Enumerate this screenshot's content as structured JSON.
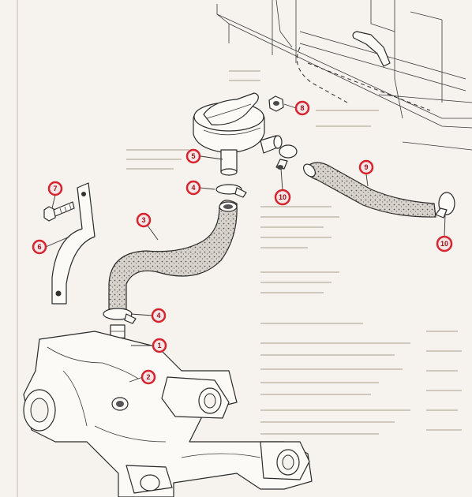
{
  "colors": {
    "paper": "#f6f3ee",
    "callout_stroke": "#d6242f",
    "callout_fill": "#f3e6e6",
    "callout_text": "#9b0d18",
    "line_art": "#2a2a2a"
  },
  "callouts": [
    {
      "id": "1",
      "label": "1"
    },
    {
      "id": "2",
      "label": "2"
    },
    {
      "id": "3",
      "label": "3"
    },
    {
      "id": "4a",
      "label": "4"
    },
    {
      "id": "4b",
      "label": "4"
    },
    {
      "id": "5",
      "label": "5"
    },
    {
      "id": "6",
      "label": "6"
    },
    {
      "id": "7",
      "label": "7"
    },
    {
      "id": "8",
      "label": "8"
    },
    {
      "id": "9",
      "label": "9"
    },
    {
      "id": "10a",
      "label": "10"
    },
    {
      "id": "10b",
      "label": "10"
    }
  ]
}
